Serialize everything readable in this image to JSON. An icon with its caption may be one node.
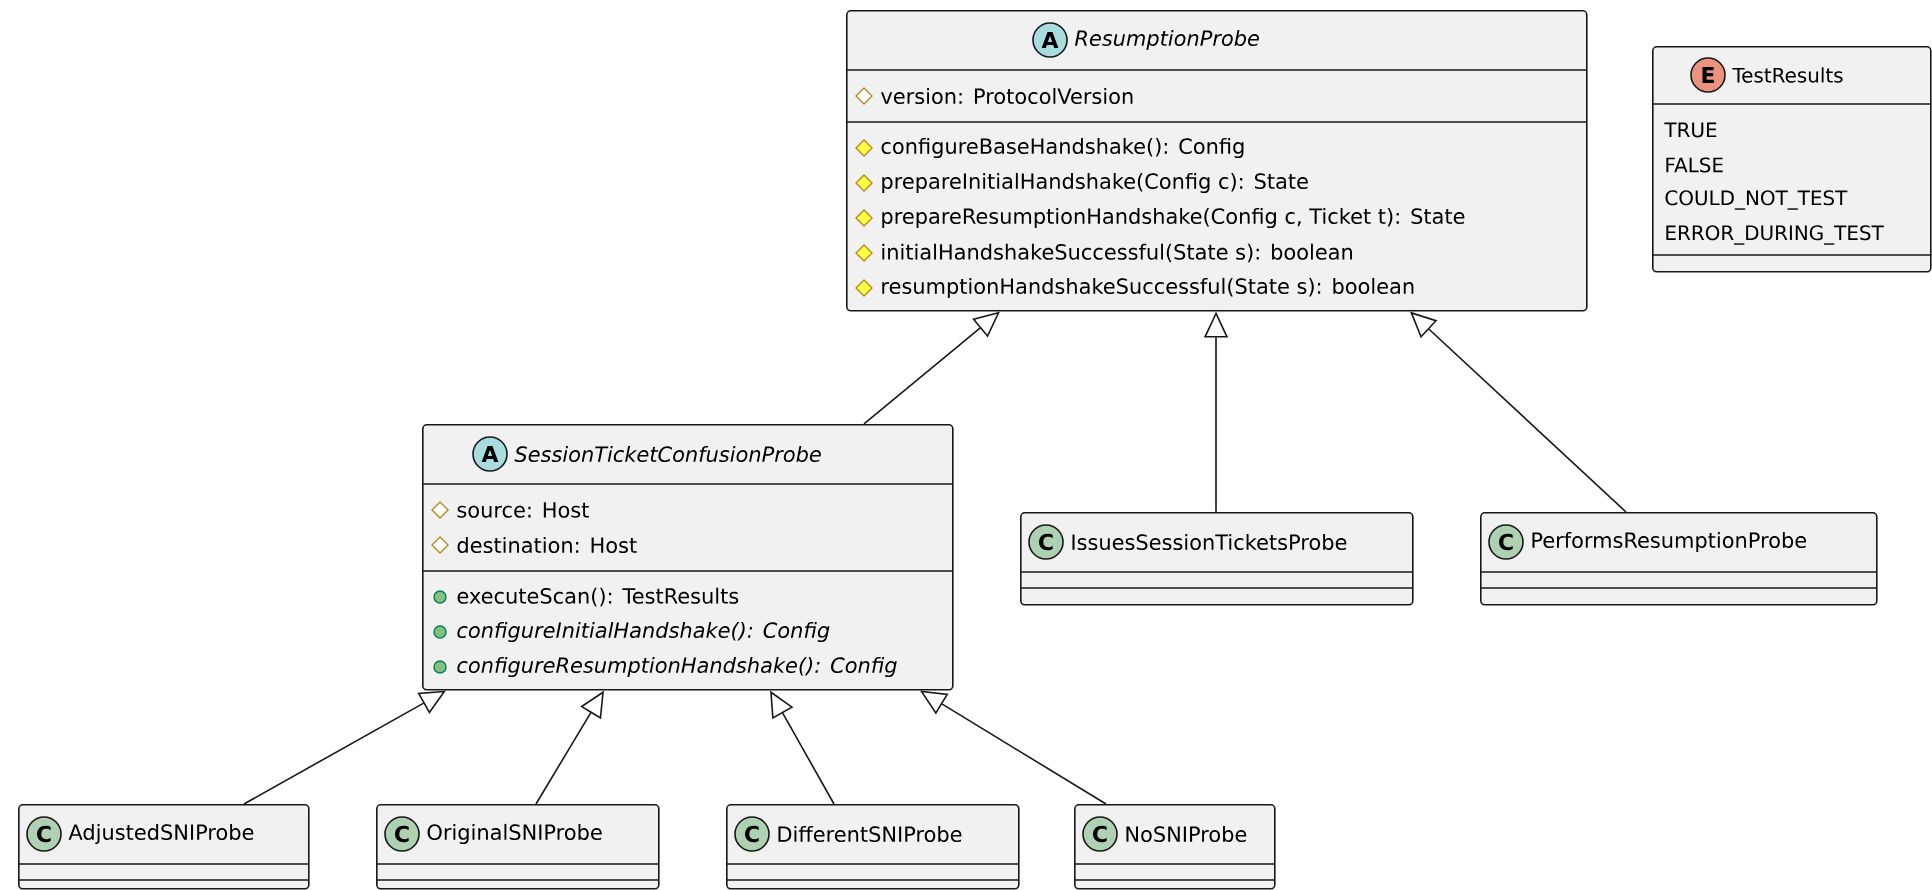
{
  "diagram": {
    "nodes": [
      {
        "text": [
          "A",
          "ResumptionProbe",
          "version: ProtocolVersion",
          "configureBaseHandshake(): Config",
          "prepareInitialHandshake(Config c): State",
          "prepareResumptionHandshake(Config c, Ticket t): State",
          "initialHandshakeSuccessful(State s): boolean",
          "resumptionHandshakeSuccessful(State s): boolean"
        ]
      },
      {
        "text": [
          "E",
          "TestResults",
          "TRUE",
          "FALSE",
          "COULD_NOT_TEST",
          "ERROR_DURING_TEST"
        ]
      },
      {
        "text": [
          "A",
          "SessionTicketConfusionProbe",
          "source: Host",
          "destination: Host",
          "executeScan(): TestResults",
          "configureInitialHandshake(): Config",
          "configureResumptionHandshake(): Config"
        ]
      },
      {
        "text": [
          "C",
          "IssuesSessionTicketsProbe"
        ]
      },
      {
        "text": [
          "C",
          "PerformsResumptionProbe"
        ]
      },
      {
        "text": [
          "C",
          "AdjustedSNIProbe"
        ]
      },
      {
        "text": [
          "C",
          "OriginalSNIProbe"
        ]
      },
      {
        "text": [
          "C",
          "DifferentSNIProbe"
        ]
      },
      {
        "text": [
          "C",
          "NoSNIProbe"
        ]
      }
    ],
    "edges": [
      {
        "from": 2,
        "to": 0,
        "arrow": "to"
      },
      {
        "from": 3,
        "to": 0,
        "arrow": "to"
      },
      {
        "from": 4,
        "to": 0,
        "arrow": "to"
      },
      {
        "from": 5,
        "to": 2,
        "arrow": "to"
      },
      {
        "from": 6,
        "to": 2,
        "arrow": "to"
      },
      {
        "from": 7,
        "to": 2,
        "arrow": "to"
      },
      {
        "from": 8,
        "to": 2,
        "arrow": "to"
      }
    ]
  }
}
